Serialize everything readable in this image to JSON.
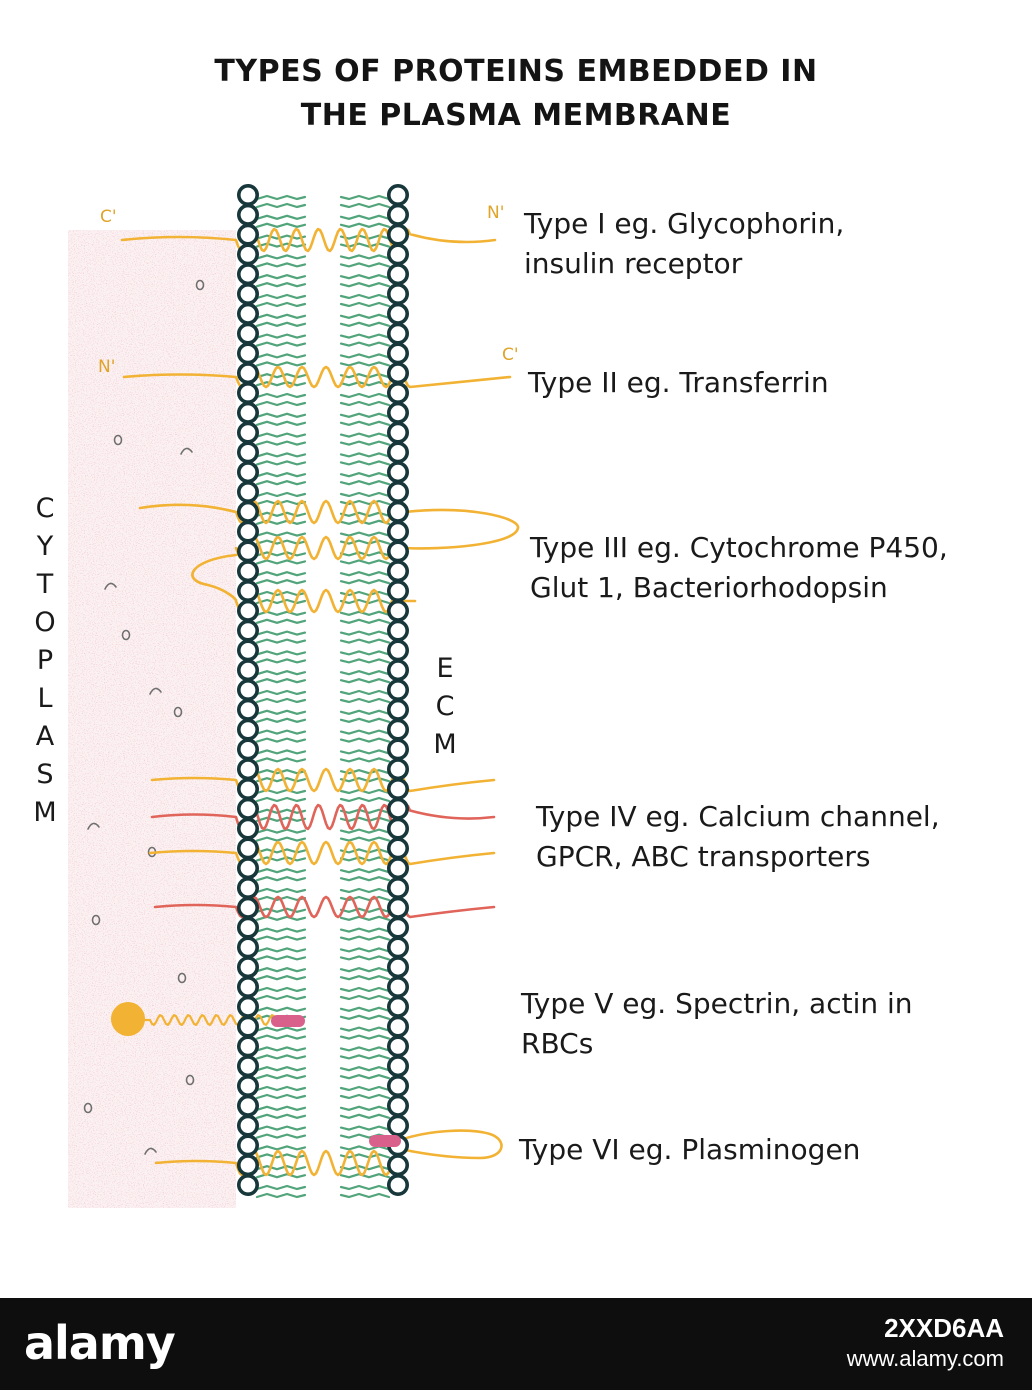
{
  "title": {
    "line1": "TYPES OF PROTEINS EMBEDDED IN",
    "line2": "THE PLASMA MEMBRANE"
  },
  "regions": {
    "cytoplasm": "CYTOPLASM",
    "ecm": "ECM"
  },
  "types": [
    {
      "lines": [
        "Type I eg. Glycophorin,",
        "insulin receptor"
      ]
    },
    {
      "lines": [
        "Type II eg. Transferrin"
      ]
    },
    {
      "lines": [
        "Type III eg. Cytochrome P450,",
        "Glut 1, Bacteriorhodopsin"
      ]
    },
    {
      "lines": [
        "Type IV eg. Calcium channel,",
        "GPCR, ABC transporters"
      ]
    },
    {
      "lines": [
        "Type V eg. Spectrin, actin in",
        "RBCs"
      ]
    },
    {
      "lines": [
        "Type VI eg. Plasminogen"
      ]
    }
  ],
  "terminal_marks": {
    "c": "C'",
    "n": "N'"
  },
  "footer": {
    "brand": "alamy",
    "image_id": "2XXD6AA",
    "url": "www.alamy.com"
  },
  "colors": {
    "head_group": "#17373a",
    "lipid_tail": "#3f9a6d",
    "protein_yellow": "#f2b233",
    "protein_red": "#e0645a",
    "anchor_pink": "#d8608a",
    "cytoplasm_tint": "#e9b7bd"
  }
}
